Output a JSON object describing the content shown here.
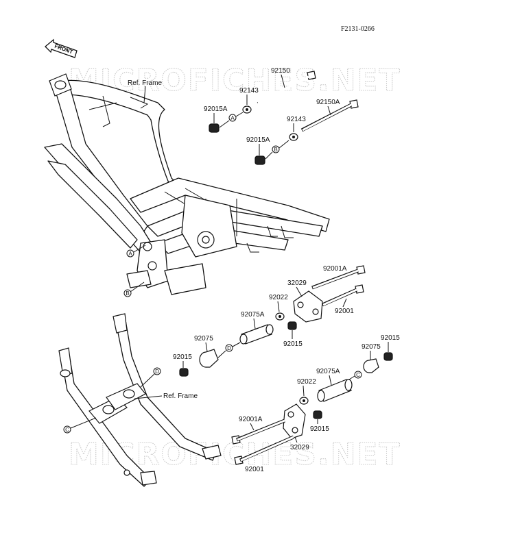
{
  "figure_code": "F2131-0266",
  "front_label": "FRONT",
  "watermark": "MICROFICHES.NET",
  "ref_frame_top": "Ref. Frame",
  "ref_frame_bottom": "Ref. Frame",
  "refs": {
    "A": "A",
    "B": "B",
    "C": "C",
    "D": "D"
  },
  "parts": {
    "p92150": "92150",
    "p92143_a": "92143",
    "p92015A_a": "92015A",
    "p92150A": "92150A",
    "p92143_b": "92143",
    "p92015A_b": "92015A",
    "p92001A_top": "92001A",
    "p32029_top": "32029",
    "p92022_top": "92022",
    "p92001_top": "92001",
    "p92075A_top": "92075A",
    "p92075_left": "92075",
    "p92015_mid": "92015",
    "p92015_left": "92015",
    "p92015_right": "92015",
    "p92075_right": "92075",
    "p92075A_bot": "92075A",
    "p92022_bot": "92022",
    "p92001A_bot": "92001A",
    "p92015_bot": "92015",
    "p32029_bot": "32029",
    "p92001_bot": "92001"
  }
}
